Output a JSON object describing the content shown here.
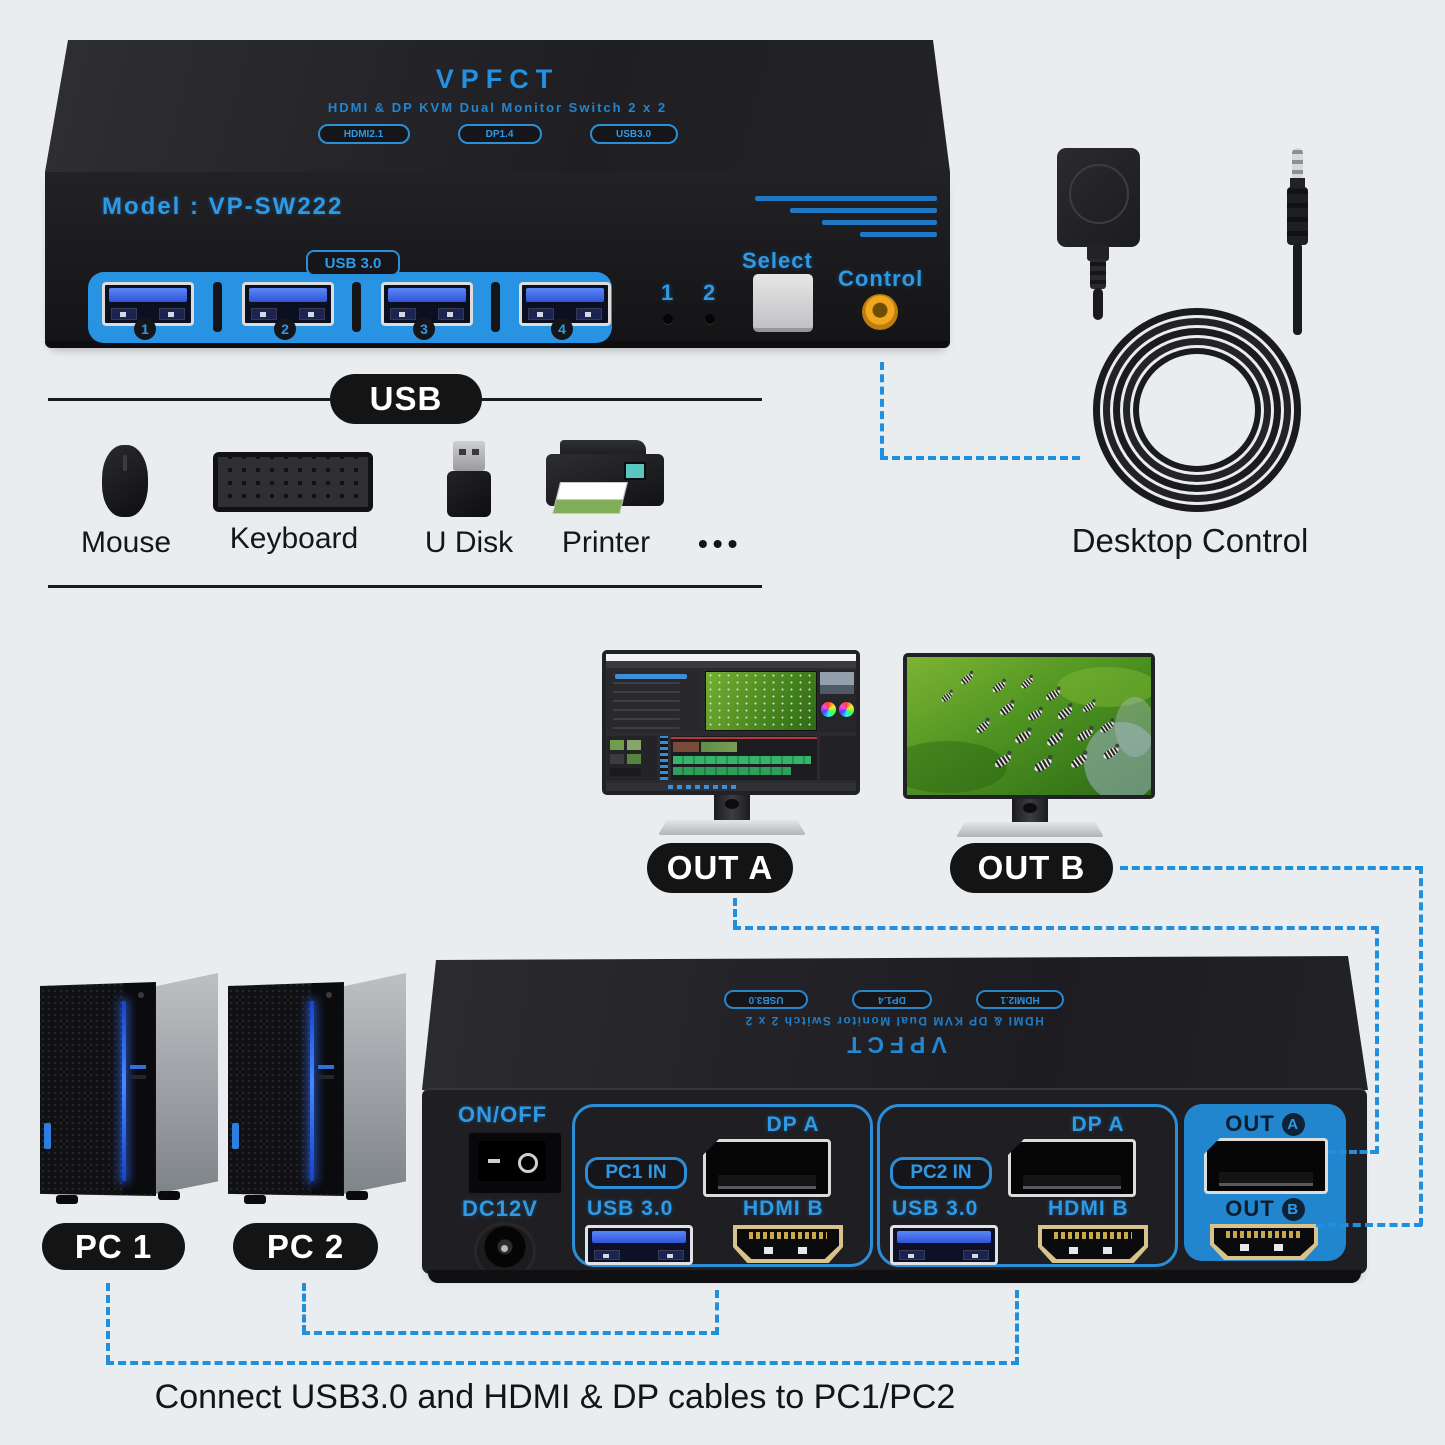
{
  "colors": {
    "bg": "#e9edf0",
    "accent": "#2090dd",
    "device_blue": "#2e9ae6",
    "pill_bg": "#141414",
    "out_block_bg": "#2286cf",
    "control_jack": "#f2a71f"
  },
  "front_device": {
    "brand": "VPFCT",
    "title": "HDMI & DP KVM Dual Monitor Switch 2 x 2",
    "badges": [
      "HDMI2.1",
      "DP1.4",
      "USB3.0"
    ],
    "model": "Model : VP-SW222",
    "usb_badge": "USB 3.0",
    "usb_ports": [
      "1",
      "2",
      "3",
      "4"
    ],
    "indicators": [
      "1",
      "2"
    ],
    "select_label": "Select",
    "control_label": "Control"
  },
  "usb_section": {
    "title": "USB",
    "items": [
      {
        "label": "Mouse"
      },
      {
        "label": "Keyboard"
      },
      {
        "label": "U Disk"
      },
      {
        "label": "Printer"
      }
    ],
    "more": "•••"
  },
  "desktop_control": {
    "label": "Desktop Control"
  },
  "monitors": {
    "out_a": "OUT A",
    "out_b": "OUT B"
  },
  "pcs": {
    "pc1": "PC 1",
    "pc2": "PC 2"
  },
  "rear_device": {
    "brand": "VPFCT",
    "title": "HDMI & DP KVM Dual Monitor Switch 2 x 2",
    "badges": [
      "HDMI2.1",
      "DP1.4",
      "USB3.0"
    ],
    "on_off": "ON/OFF",
    "dc_label": "DC12V",
    "pc1_in": "PC1 IN",
    "pc2_in": "PC2 IN",
    "usb_label": "USB 3.0",
    "dp_a": "DP A",
    "hdmi_b": "HDMI B",
    "out_prefix": "OUT",
    "out_a_letter": "A",
    "out_b_letter": "B"
  },
  "caption": "Connect USB3.0 and HDMI & DP cables to PC1/PC2"
}
